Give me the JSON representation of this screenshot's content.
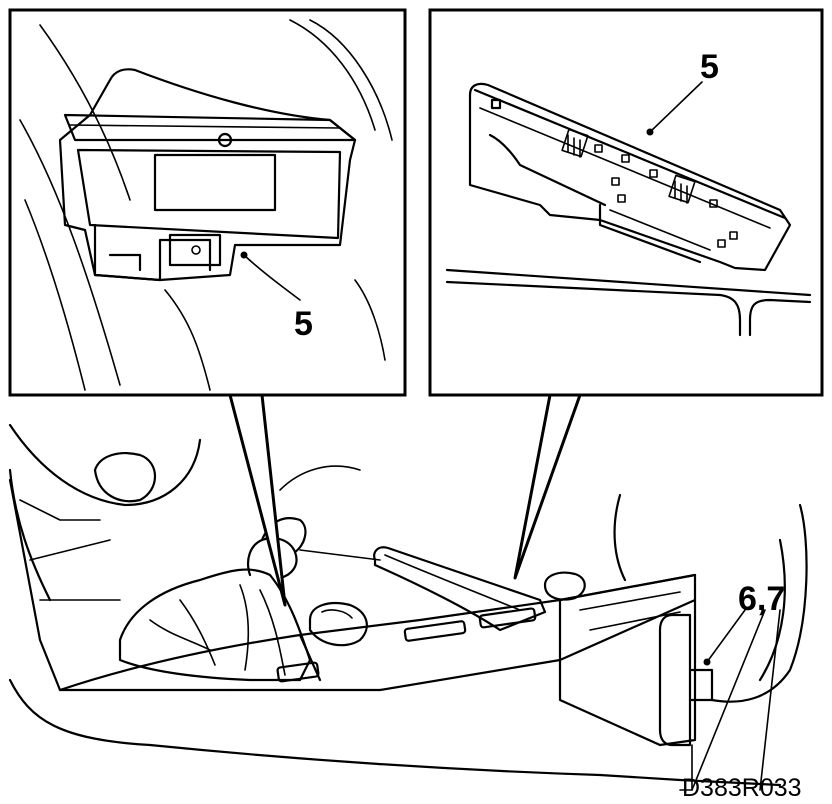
{
  "labels": {
    "callout_left": "5",
    "callout_right": "5",
    "callout_bottom": "6,7",
    "drawing_code": "D383R033"
  },
  "colors": {
    "line": "#000000",
    "background": "#ffffff"
  }
}
